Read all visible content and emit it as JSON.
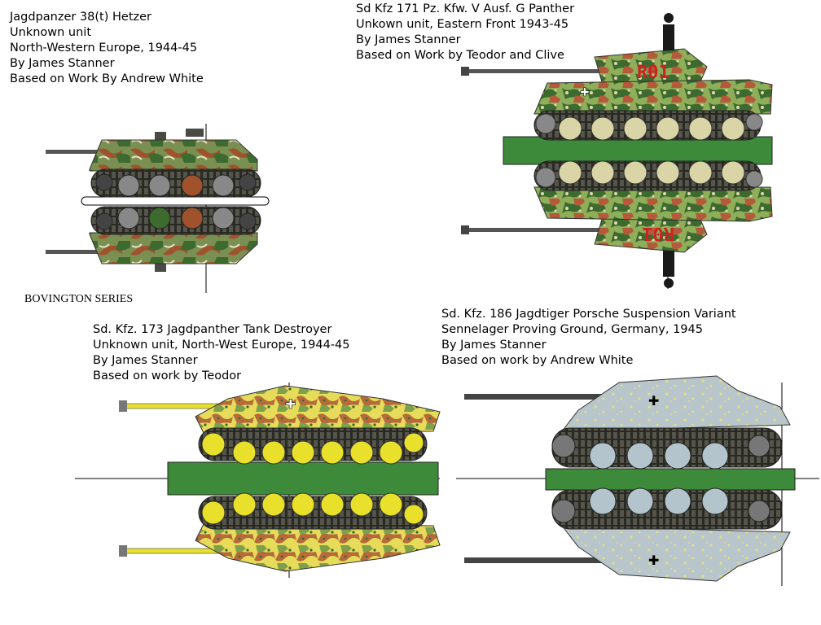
{
  "captions": {
    "hetzer": {
      "line1": "Jagdpanzer 38(t) Hetzer",
      "line2": "Unknown unit",
      "line3": "North-Western Europe, 1944-45",
      "line4": "By James Stanner",
      "line5": "Based on Work By Andrew White"
    },
    "panther": {
      "line1": "Sd Kfz 171 Pz. Kfw. V Ausf. G Panther",
      "line2": "Unkown unit, Eastern Front 1943-45",
      "line3": "By James Stanner",
      "line4": "Based on Work by Teodor and Clive"
    },
    "jagdpanther": {
      "line1": "Sd. Kfz. 173 Jagdpanther Tank Destroyer",
      "line2": "Unknown unit, North-West Europe, 1944-45",
      "line3": "By James Stanner",
      "line4": "Based on work by Teodor"
    },
    "jagdtiger": {
      "line1": "Sd. Kfz. 186 Jagdtiger Porsche Suspension Variant",
      "line2": "Sennelager Proving Ground, Germany, 1945",
      "line3": "By James Stanner",
      "line4": "Based on work by Andrew White"
    }
  },
  "series_label": "BOVINGTON SERIES",
  "turret_number": "R01",
  "colors": {
    "dark_green": "#3d6a2e",
    "olive": "#7a9a40",
    "brown": "#a0522d",
    "sand": "#e2dfa0",
    "yellow": "#e8e02a",
    "grey_blue": "#b4c4cc",
    "red_marking": "#cc2222"
  }
}
